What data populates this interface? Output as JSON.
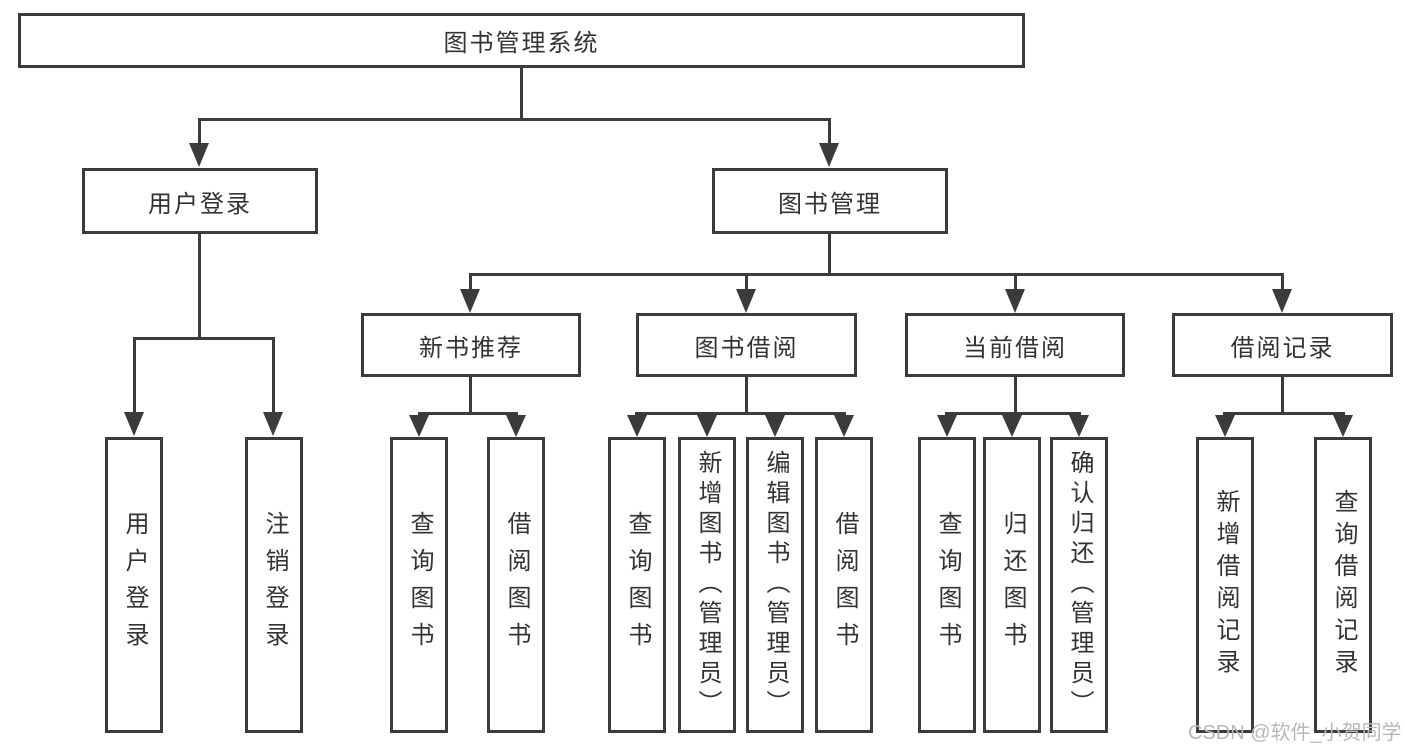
{
  "diagram": {
    "root": {
      "label": "图书管理系统"
    },
    "branches": [
      {
        "label": "用户登录",
        "children": [
          {
            "label": "用户登录"
          },
          {
            "label": "注销登录"
          }
        ]
      },
      {
        "label": "图书管理",
        "groups": [
          {
            "label": "新书推荐",
            "children": [
              {
                "label": "查询图书"
              },
              {
                "label": "借阅图书"
              }
            ]
          },
          {
            "label": "图书借阅",
            "children": [
              {
                "label": "查询图书"
              },
              {
                "label": "新增图书（管理员）"
              },
              {
                "label": "编辑图书（管理员）"
              },
              {
                "label": "借阅图书"
              }
            ]
          },
          {
            "label": "当前借阅",
            "children": [
              {
                "label": "查询图书"
              },
              {
                "label": "归还图书"
              },
              {
                "label": "确认归还（管理员）"
              }
            ]
          },
          {
            "label": "借阅记录",
            "children": [
              {
                "label": "新增借阅记录"
              },
              {
                "label": "查询借阅记录"
              }
            ]
          }
        ]
      }
    ]
  },
  "watermark": {
    "text": "CSDN @软件_小贺同学"
  },
  "colors": {
    "line": "#3b3b3b",
    "text": "#333333",
    "watermark": "#b8b8b8",
    "background": "#ffffff"
  }
}
